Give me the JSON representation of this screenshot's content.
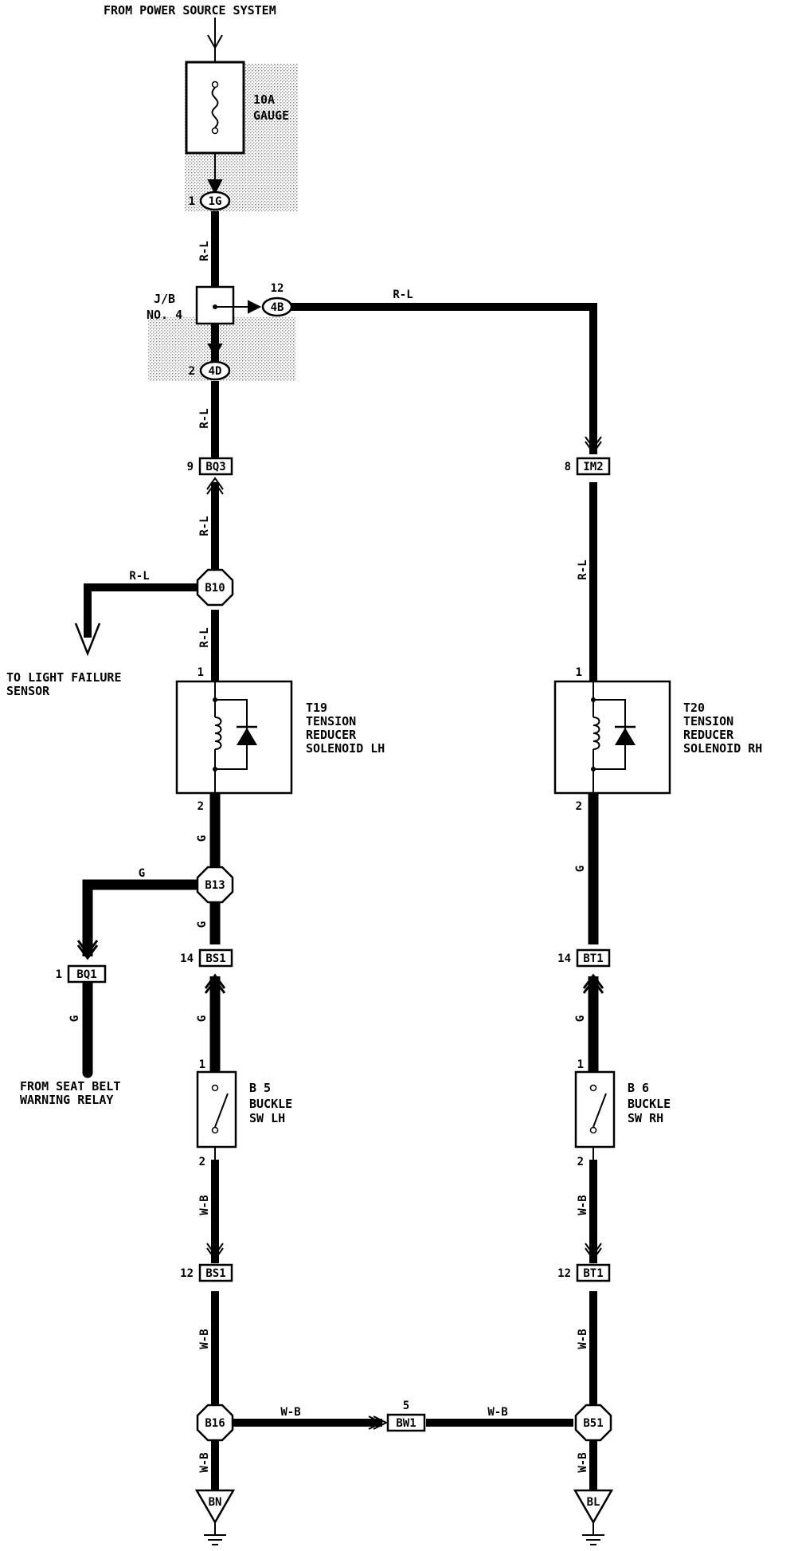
{
  "header": {
    "source": "FROM POWER SOURCE SYSTEM"
  },
  "fuse": {
    "rating": "10A",
    "name": "GAUGE"
  },
  "junction_block": {
    "line1": "J/B",
    "line2": "NO. 4"
  },
  "wire_colors": {
    "red_blue": "R-L",
    "green": "G",
    "white_black": "W-B"
  },
  "connectors": {
    "c1g": {
      "id": "1G",
      "pin": "1"
    },
    "c4b": {
      "id": "4B",
      "pin": "12"
    },
    "c4d": {
      "id": "4D",
      "pin": "2"
    },
    "bq3": {
      "id": "BQ3",
      "pin": "9"
    },
    "im2": {
      "id": "IM2",
      "pin": "8"
    },
    "bs1_top": {
      "id": "BS1",
      "pin": "14"
    },
    "bt1_top": {
      "id": "BT1",
      "pin": "14"
    },
    "bq1": {
      "id": "BQ1",
      "pin": "1"
    },
    "bs1_bot": {
      "id": "BS1",
      "pin": "12"
    },
    "bt1_bot": {
      "id": "BT1",
      "pin": "12"
    },
    "bw1": {
      "id": "BW1",
      "pin": "5"
    }
  },
  "splices": {
    "b10": "B10",
    "b13": "B13",
    "b16": "B16",
    "b51": "B51"
  },
  "grounds": {
    "left": "BN",
    "right": "BL"
  },
  "destinations": {
    "light_failure_1": "TO LIGHT FAILURE",
    "light_failure_2": "SENSOR",
    "seatbelt_relay_1": "FROM SEAT BELT",
    "seatbelt_relay_2": "WARNING RELAY"
  },
  "components": {
    "t19": {
      "code": "T19",
      "line1": "TENSION",
      "line2": "REDUCER",
      "line3": "SOLENOID LH",
      "pin_top": "1",
      "pin_bottom": "2"
    },
    "t20": {
      "code": "T20",
      "line1": "TENSION",
      "line2": "REDUCER",
      "line3": "SOLENOID RH",
      "pin_top": "1",
      "pin_bottom": "2"
    },
    "b5": {
      "code": "B 5",
      "line1": "BUCKLE",
      "line2": "SW LH",
      "pin_top": "1",
      "pin_bottom": "2"
    },
    "b6": {
      "code": "B 6",
      "line1": "BUCKLE",
      "line2": "SW RH",
      "pin_top": "1",
      "pin_bottom": "2"
    }
  },
  "colors": {
    "ink": "#000000",
    "paper": "#ffffff",
    "shade": "#8a8a8a"
  }
}
